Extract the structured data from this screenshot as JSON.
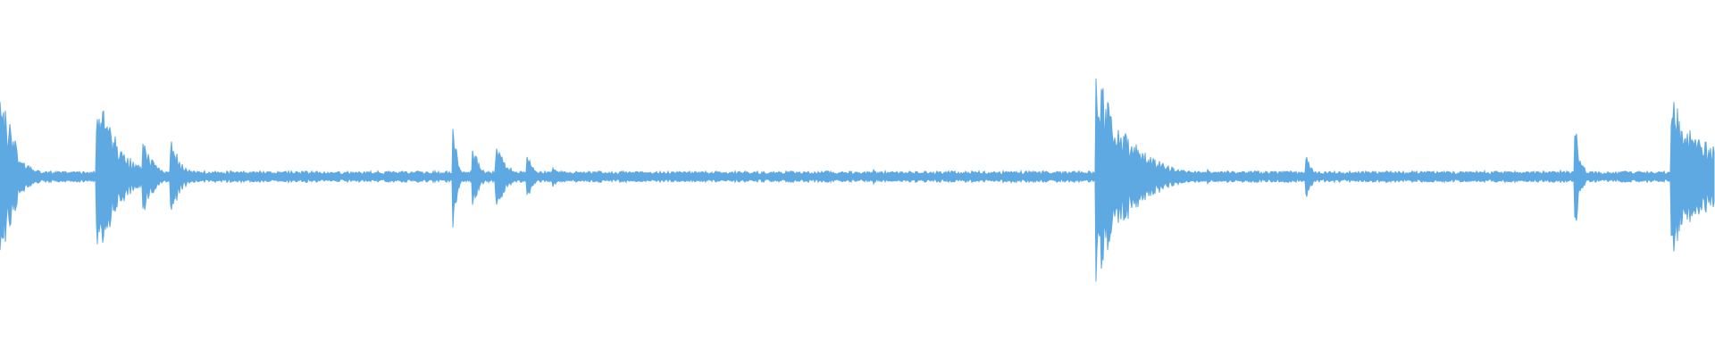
{
  "waveform": {
    "color": "#5fa9e3",
    "background": "#ffffff",
    "amplitude_scale": [
      -1,
      1
    ],
    "baseline_noise": 0.035,
    "events": [
      {
        "at": 0.0,
        "peak": 0.92,
        "decay": 0.008
      },
      {
        "at": 0.057,
        "peak": 0.78,
        "decay": 0.012
      },
      {
        "at": 0.067,
        "peak": 0.22,
        "decay": 0.004
      },
      {
        "at": 0.084,
        "peak": 0.34,
        "decay": 0.006
      },
      {
        "at": 0.1,
        "peak": 0.35,
        "decay": 0.006
      },
      {
        "at": 0.21,
        "peak": 0.05,
        "decay": 0.002
      },
      {
        "at": 0.265,
        "peak": 0.42,
        "decay": 0.002
      },
      {
        "at": 0.276,
        "peak": 0.27,
        "decay": 0.004
      },
      {
        "at": 0.29,
        "peak": 0.28,
        "decay": 0.006
      },
      {
        "at": 0.308,
        "peak": 0.22,
        "decay": 0.003
      },
      {
        "at": 0.323,
        "peak": 0.1,
        "decay": 0.002
      },
      {
        "at": 0.51,
        "peak": 0.08,
        "decay": 0.001
      },
      {
        "at": 0.64,
        "peak": 1.0,
        "decay": 0.018
      },
      {
        "at": 0.705,
        "peak": 0.06,
        "decay": 0.002
      },
      {
        "at": 0.762,
        "peak": 0.22,
        "decay": 0.003
      },
      {
        "at": 0.91,
        "peak": 0.06,
        "decay": 0.003
      },
      {
        "at": 0.919,
        "peak": 0.42,
        "decay": 0.003
      },
      {
        "at": 0.975,
        "peak": 0.7,
        "decay": 0.025
      }
    ]
  }
}
